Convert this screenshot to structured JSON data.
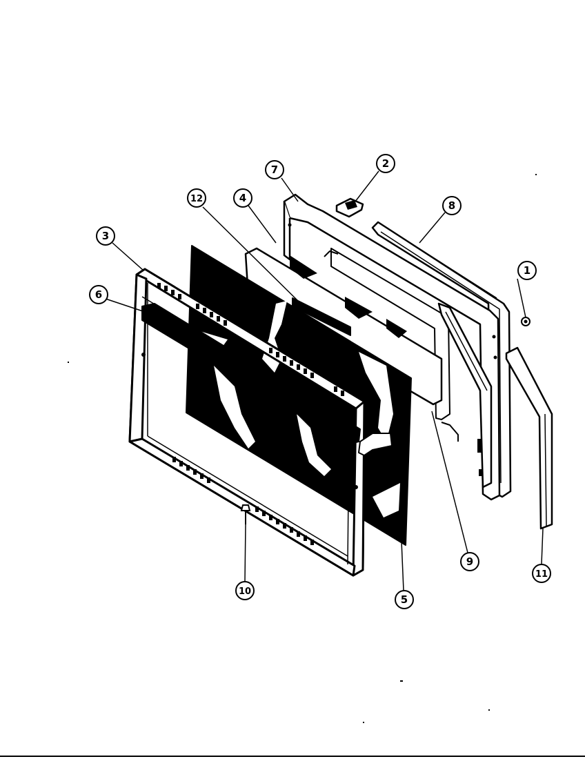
{
  "diagram": {
    "callouts": [
      {
        "id": "1",
        "label": "1"
      },
      {
        "id": "2",
        "label": "2"
      },
      {
        "id": "3",
        "label": "3"
      },
      {
        "id": "4",
        "label": "4"
      },
      {
        "id": "5",
        "label": "5"
      },
      {
        "id": "6",
        "label": "6"
      },
      {
        "id": "7",
        "label": "7"
      },
      {
        "id": "8",
        "label": "8"
      },
      {
        "id": "9",
        "label": "9"
      },
      {
        "id": "10",
        "label": "10"
      },
      {
        "id": "11",
        "label": "11"
      },
      {
        "id": "12",
        "label": "12"
      }
    ]
  },
  "colors": {
    "ink": "#000000",
    "paper": "#ffffff"
  }
}
